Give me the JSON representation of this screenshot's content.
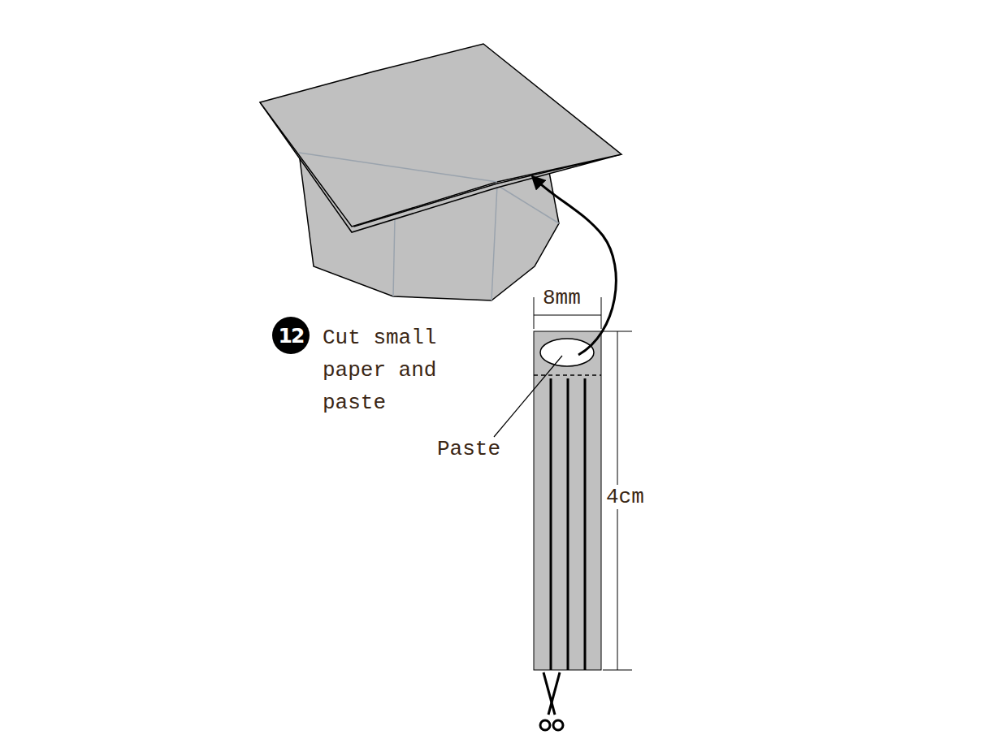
{
  "diagram": {
    "nodes": [
      {
        "text": [
          "12"
        ]
      }
    ],
    "labels": [
      "Cut small paper and paste",
      "Paste",
      "8mm",
      "4cm"
    ]
  }
}
